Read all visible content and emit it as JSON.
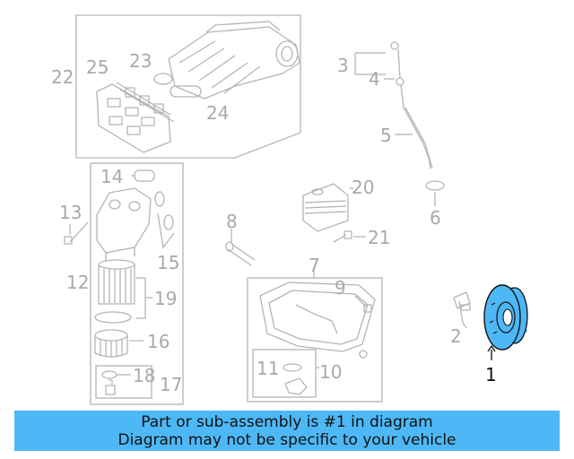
{
  "diagram": {
    "callouts": [
      {
        "id": "1",
        "text": "1"
      },
      {
        "id": "2",
        "text": "2"
      },
      {
        "id": "3",
        "text": "3"
      },
      {
        "id": "4",
        "text": "4"
      },
      {
        "id": "5",
        "text": "5"
      },
      {
        "id": "6",
        "text": "6"
      },
      {
        "id": "7",
        "text": "7"
      },
      {
        "id": "8",
        "text": "8"
      },
      {
        "id": "9",
        "text": "9"
      },
      {
        "id": "10",
        "text": "10"
      },
      {
        "id": "11",
        "text": "11"
      },
      {
        "id": "12",
        "text": "12"
      },
      {
        "id": "13",
        "text": "13"
      },
      {
        "id": "14",
        "text": "14"
      },
      {
        "id": "15",
        "text": "15"
      },
      {
        "id": "16",
        "text": "16"
      },
      {
        "id": "17",
        "text": "17"
      },
      {
        "id": "18",
        "text": "18"
      },
      {
        "id": "19",
        "text": "19"
      },
      {
        "id": "20",
        "text": "20"
      },
      {
        "id": "21",
        "text": "21"
      },
      {
        "id": "22",
        "text": "22"
      },
      {
        "id": "23",
        "text": "23"
      },
      {
        "id": "24",
        "text": "24"
      },
      {
        "id": "25",
        "text": "25"
      }
    ],
    "highlight_color": "#4db8f5",
    "highlighted_part": "1"
  },
  "banner": {
    "line1": "Part or sub-assembly is #1 in diagram",
    "line2": "Diagram may not be specific to your vehicle",
    "color": "#4db8f5"
  }
}
